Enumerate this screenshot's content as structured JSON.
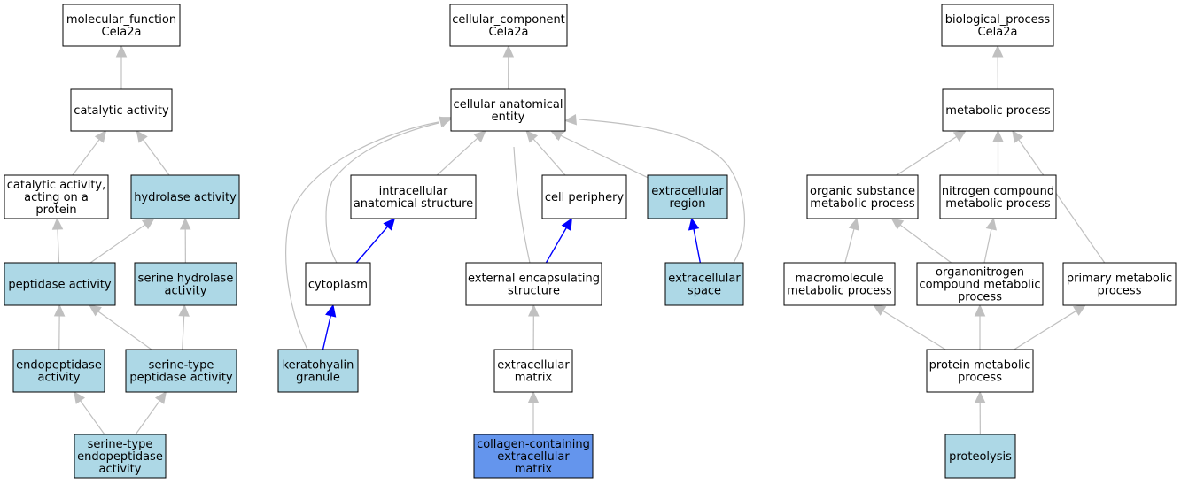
{
  "colors": {
    "default_fill": "#ffffff",
    "highlight_fill": "#add8e6",
    "focus_fill": "#6495ed",
    "edge_gray": "#c0c0c0",
    "edge_blue": "#0000ff",
    "stroke": "#000000"
  },
  "nodes": {
    "mf_root": {
      "lines": [
        "molecular_function",
        "Cela2a"
      ],
      "fill": "default"
    },
    "cat_act": {
      "lines": [
        "catalytic activity"
      ],
      "fill": "default"
    },
    "cat_prot": {
      "lines": [
        "catalytic activity,",
        "acting on a",
        "protein"
      ],
      "fill": "default"
    },
    "hydrolase": {
      "lines": [
        "hydrolase activity"
      ],
      "fill": "highlight"
    },
    "peptidase": {
      "lines": [
        "peptidase activity"
      ],
      "fill": "highlight"
    },
    "ser_hydro": {
      "lines": [
        "serine hydrolase",
        "activity"
      ],
      "fill": "highlight"
    },
    "endopep": {
      "lines": [
        "endopeptidase",
        "activity"
      ],
      "fill": "highlight"
    },
    "ser_pep": {
      "lines": [
        "serine-type",
        "peptidase activity"
      ],
      "fill": "highlight"
    },
    "ser_endo": {
      "lines": [
        "serine-type",
        "endopeptidase",
        "activity"
      ],
      "fill": "highlight"
    },
    "cc_root": {
      "lines": [
        "cellular_component",
        "Cela2a"
      ],
      "fill": "default"
    },
    "cae": {
      "lines": [
        "cellular anatomical",
        "entity"
      ],
      "fill": "default"
    },
    "ias": {
      "lines": [
        "intracellular",
        "anatomical structure"
      ],
      "fill": "default"
    },
    "periphery": {
      "lines": [
        "cell periphery"
      ],
      "fill": "default"
    },
    "ecr": {
      "lines": [
        "extracellular",
        "region"
      ],
      "fill": "highlight"
    },
    "cytoplasm": {
      "lines": [
        "cytoplasm"
      ],
      "fill": "default"
    },
    "ees": {
      "lines": [
        "external encapsulating",
        "structure"
      ],
      "fill": "default"
    },
    "ecs": {
      "lines": [
        "extracellular",
        "space"
      ],
      "fill": "highlight"
    },
    "kerato": {
      "lines": [
        "keratohyalin",
        "granule"
      ],
      "fill": "highlight"
    },
    "ecm": {
      "lines": [
        "extracellular",
        "matrix"
      ],
      "fill": "default"
    },
    "collagen": {
      "lines": [
        "collagen-containing",
        "extracellular",
        "matrix"
      ],
      "fill": "focus"
    },
    "bp_root": {
      "lines": [
        "biological_process",
        "Cela2a"
      ],
      "fill": "default"
    },
    "metab": {
      "lines": [
        "metabolic process"
      ],
      "fill": "default"
    },
    "org_sub": {
      "lines": [
        "organic substance",
        "metabolic process"
      ],
      "fill": "default"
    },
    "nitro": {
      "lines": [
        "nitrogen compound",
        "metabolic process"
      ],
      "fill": "default"
    },
    "macro": {
      "lines": [
        "macromolecule",
        "metabolic process"
      ],
      "fill": "default"
    },
    "orgnitro": {
      "lines": [
        "organonitrogen",
        "compound metabolic",
        "process"
      ],
      "fill": "default"
    },
    "primary": {
      "lines": [
        "primary metabolic",
        "process"
      ],
      "fill": "default"
    },
    "prot_met": {
      "lines": [
        "protein metabolic",
        "process"
      ],
      "fill": "default"
    },
    "proteolysis": {
      "lines": [
        "proteolysis"
      ],
      "fill": "highlight"
    }
  },
  "edges": [
    {
      "from": "cat_act",
      "to": "mf_root",
      "color": "gray"
    },
    {
      "from": "cat_prot",
      "to": "cat_act",
      "color": "gray"
    },
    {
      "from": "hydrolase",
      "to": "cat_act",
      "color": "gray"
    },
    {
      "from": "peptidase",
      "to": "cat_prot",
      "color": "gray"
    },
    {
      "from": "peptidase",
      "to": "hydrolase",
      "color": "gray"
    },
    {
      "from": "ser_hydro",
      "to": "hydrolase",
      "color": "gray"
    },
    {
      "from": "endopep",
      "to": "peptidase",
      "color": "gray"
    },
    {
      "from": "ser_pep",
      "to": "peptidase",
      "color": "gray"
    },
    {
      "from": "ser_pep",
      "to": "ser_hydro",
      "color": "gray"
    },
    {
      "from": "ser_endo",
      "to": "endopep",
      "color": "gray"
    },
    {
      "from": "ser_endo",
      "to": "ser_pep",
      "color": "gray"
    },
    {
      "from": "cae",
      "to": "cc_root",
      "color": "gray"
    },
    {
      "from": "ias",
      "to": "cae",
      "color": "gray"
    },
    {
      "from": "periphery",
      "to": "cae",
      "color": "gray"
    },
    {
      "from": "ecr",
      "to": "cae",
      "color": "gray"
    },
    {
      "from": "cytoplasm",
      "to": "cae",
      "color": "gray"
    },
    {
      "from": "cytoplasm",
      "to": "ias",
      "color": "blue"
    },
    {
      "from": "ees",
      "to": "cae",
      "color": "gray"
    },
    {
      "from": "ees",
      "to": "periphery",
      "color": "blue"
    },
    {
      "from": "ecs",
      "to": "ecr",
      "color": "blue"
    },
    {
      "from": "ecs",
      "to": "cae",
      "color": "gray"
    },
    {
      "from": "kerato",
      "to": "cytoplasm",
      "color": "blue"
    },
    {
      "from": "kerato",
      "to": "cae",
      "color": "gray"
    },
    {
      "from": "ecm",
      "to": "ees",
      "color": "gray"
    },
    {
      "from": "collagen",
      "to": "ecm",
      "color": "gray"
    },
    {
      "from": "metab",
      "to": "bp_root",
      "color": "gray"
    },
    {
      "from": "org_sub",
      "to": "metab",
      "color": "gray"
    },
    {
      "from": "nitro",
      "to": "metab",
      "color": "gray"
    },
    {
      "from": "primary",
      "to": "metab",
      "color": "gray"
    },
    {
      "from": "macro",
      "to": "org_sub",
      "color": "gray"
    },
    {
      "from": "orgnitro",
      "to": "org_sub",
      "color": "gray"
    },
    {
      "from": "orgnitro",
      "to": "nitro",
      "color": "gray"
    },
    {
      "from": "prot_met",
      "to": "macro",
      "color": "gray"
    },
    {
      "from": "prot_met",
      "to": "orgnitro",
      "color": "gray"
    },
    {
      "from": "prot_met",
      "to": "primary",
      "color": "gray"
    },
    {
      "from": "proteolysis",
      "to": "prot_met",
      "color": "gray"
    }
  ]
}
